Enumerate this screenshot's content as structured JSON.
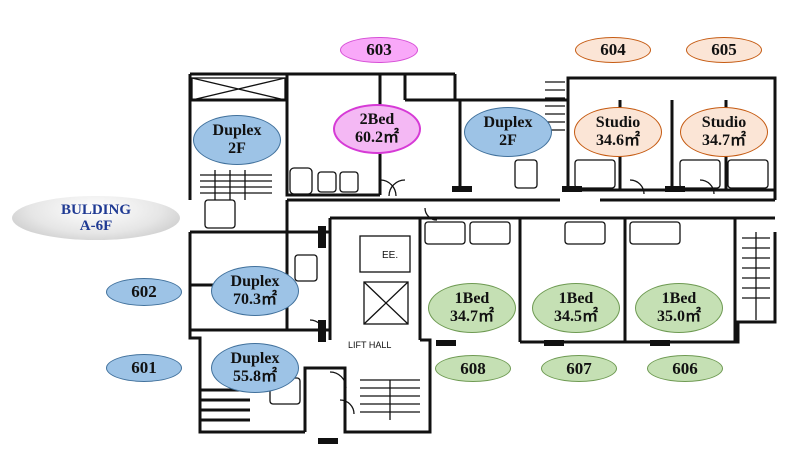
{
  "building": {
    "line1": "BULDING",
    "line2": "A-6F"
  },
  "plan_labels": {
    "ee": "EE.",
    "lift_hall": "LIFT HALL"
  },
  "unit_numbers": {
    "n601": "601",
    "n602": "602",
    "n603": "603",
    "n604": "604",
    "n605": "605",
    "n606": "606",
    "n607": "607",
    "n608": "608"
  },
  "units": {
    "duplex_2f_left": {
      "type": "Duplex",
      "detail": "2F"
    },
    "bed2_603": {
      "type": "2Bed",
      "detail": "60.2㎡"
    },
    "duplex_2f_right": {
      "type": "Duplex",
      "detail": "2F"
    },
    "studio_604": {
      "type": "Studio",
      "detail": "34.6㎡"
    },
    "studio_605": {
      "type": "Studio",
      "detail": "34.7㎡"
    },
    "duplex_602": {
      "type": "Duplex",
      "detail": "70.3㎡"
    },
    "duplex_601": {
      "type": "Duplex",
      "detail": "55.8㎡"
    },
    "bed1_608": {
      "type": "1Bed",
      "detail": "34.7㎡"
    },
    "bed1_607": {
      "type": "1Bed",
      "detail": "34.5㎡"
    },
    "bed1_606": {
      "type": "1Bed",
      "detail": "35.0㎡"
    }
  },
  "colors": {
    "duplex": "#9dc3e6",
    "one_bed": "#c5e0b4",
    "studio": "#fbe5d6",
    "two_bed": "#f4b8f4",
    "wall": "#111111"
  }
}
